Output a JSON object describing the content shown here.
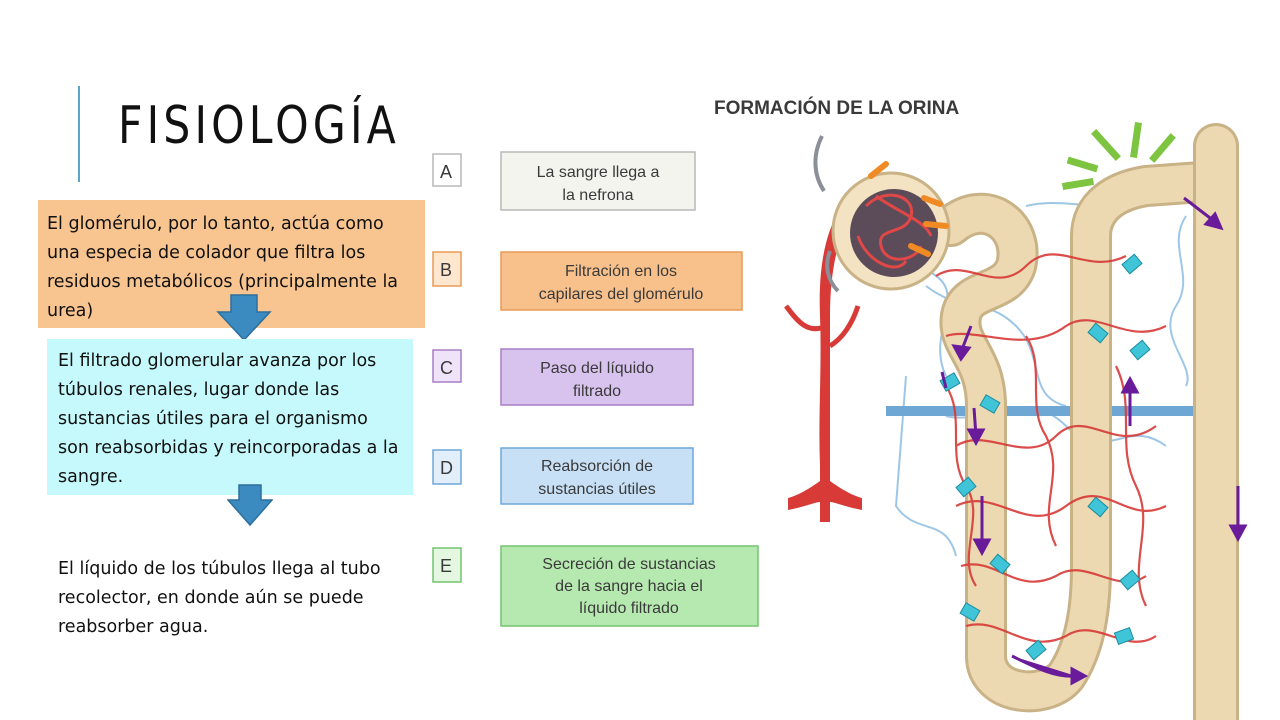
{
  "slide": {
    "title": "FISIOLOGÍA"
  },
  "steps": [
    {
      "text": "El glomérulo, por lo tanto, actúa como una especia de colador que filtra los residuos metabólicos (principalmente la urea)",
      "color": "#f8c48f"
    },
    {
      "text": "El filtrado glomerular avanza por los túbulos renales, lugar donde las sustancias útiles para el organismo son reabsorbidas y reincorporadas a la sangre.",
      "color": "#c6f9fb"
    },
    {
      "text": "El líquido de los túbulos llega al tubo recolector, en donde aún se puede reabsorber agua.",
      "color": "#ffffff"
    }
  ],
  "diagram": {
    "title": "FORMACIÓN DE LA ORINA",
    "legend": [
      {
        "letter": "A",
        "line1": "La sangre llega a",
        "line2": "la nefrona",
        "border": "#b8b8b8",
        "fill": "#f4f4ef"
      },
      {
        "letter": "B",
        "line1": "Filtración en los",
        "line2": "capilares del glomérulo",
        "border": "#e89a55",
        "fill": "#f8c18c"
      },
      {
        "letter": "C",
        "line1": "Paso del líquido",
        "line2": "filtrado",
        "border": "#a77fc6",
        "fill": "#d8c2ee"
      },
      {
        "letter": "D",
        "line1": "Reabsorción de",
        "line2": "sustancias útiles",
        "border": "#6fa7d8",
        "fill": "#c7e0f6"
      },
      {
        "letter": "E",
        "line1": "Secreción de sustancias",
        "line2": "de la sangre hacia el",
        "line3": "líquido filtrado",
        "border": "#73c36f",
        "fill": "#b6e9b0"
      }
    ]
  },
  "colors": {
    "accent_rule": "#5aa6c8",
    "flow_arrow": "#3b8bc1",
    "vessel_red": "#d83a37",
    "tubule": "#ecd9b2",
    "vein_blue": "#6ea6d4",
    "purple_arrow": "#6a1b9a",
    "cyan_arrow": "#3fc4d8",
    "green_arrow": "#7dc441",
    "orange_arrow": "#f08a24"
  }
}
